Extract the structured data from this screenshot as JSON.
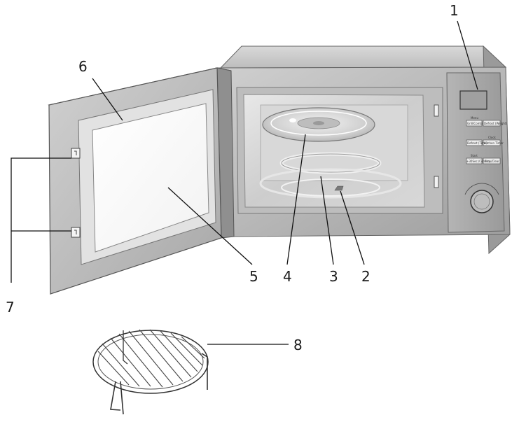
{
  "callouts": [
    {
      "id": "1",
      "label": "1"
    },
    {
      "id": "2",
      "label": "2"
    },
    {
      "id": "3",
      "label": "3"
    },
    {
      "id": "4",
      "label": "4"
    },
    {
      "id": "5",
      "label": "5"
    },
    {
      "id": "6",
      "label": "6"
    },
    {
      "id": "7",
      "label": "7"
    },
    {
      "id": "8",
      "label": "8"
    }
  ],
  "control_panel": {
    "buttons": [
      {
        "top": "Menu",
        "bottom": "Grill/Combi",
        "right": "Defrost (Weight)"
      },
      {
        "top": "",
        "bottom": "Defrost (Time)",
        "right_top": "Clock",
        "right": "Kitchen Timer"
      },
      {
        "top": "Start",
        "bottom": "+30Sec./Confirm",
        "right": "Stop/Clear"
      }
    ]
  },
  "colors": {
    "body_light": "#e6e6e6",
    "body_mid": "#c8c8c8",
    "body_dark": "#8c8c8c",
    "line": "#555555"
  }
}
